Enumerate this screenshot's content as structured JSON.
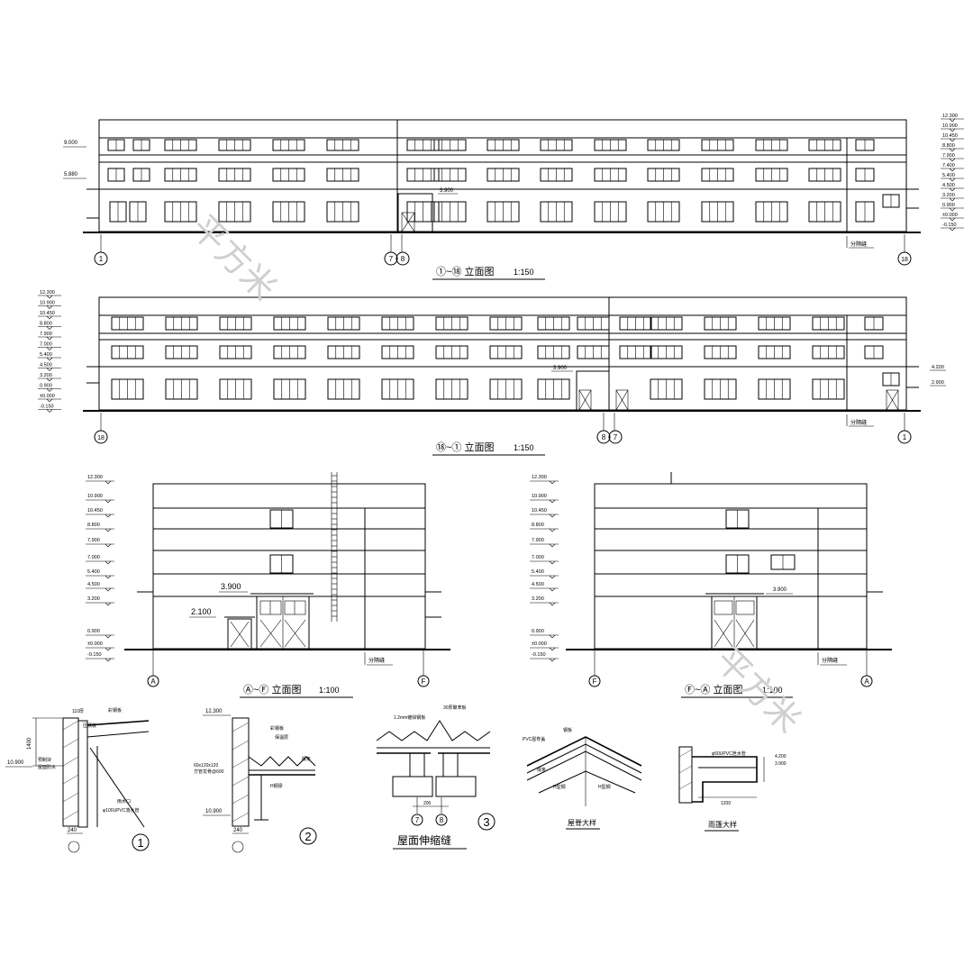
{
  "elevations": [
    {
      "id": "e1",
      "title": "①~⑱ 立面图",
      "scale": "1:150",
      "left_levels": [
        "9.000",
        "5.880"
      ],
      "right_levels": [
        "12.300",
        "10.900",
        "10.450",
        "8.800",
        "7.900",
        "7.400",
        "5.400",
        "4.500",
        "3.200",
        "0.900",
        "±0.000",
        "-0.150"
      ],
      "door_level": "3.900",
      "joint_label": "分隔缝",
      "axes": [
        "1",
        "7",
        "8",
        "18"
      ]
    },
    {
      "id": "e2",
      "title": "⑱~① 立面图",
      "scale": "1:150",
      "left_levels": [
        "12.300",
        "10.900",
        "10.450",
        "8.800",
        "7.900",
        "7.000",
        "5.400",
        "4.500",
        "3.200",
        "0.900",
        "±0.000",
        "-0.150"
      ],
      "right_levels": [
        "4.200",
        "2.900"
      ],
      "door_level": "3.900",
      "joint_label": "分隔缝",
      "axes": [
        "18",
        "8",
        "7",
        "1"
      ]
    },
    {
      "id": "e3",
      "title": "Ⓐ~Ⓕ 立面图",
      "scale": "1:100",
      "levels": [
        "12.300",
        "10.900",
        "10.450",
        "8.800",
        "7.900",
        "7.000",
        "5.400",
        "4.500",
        "3.200",
        "0.900",
        "±0.000",
        "-0.150"
      ],
      "door_level": "3.900",
      "side_door_level": "2.100",
      "joint_label": "分隔缝",
      "axes": [
        "A",
        "F"
      ]
    },
    {
      "id": "e4",
      "title": "Ⓕ~Ⓐ 立面图",
      "scale": "1:100",
      "levels": [
        "12.300",
        "10.900",
        "10.450",
        "8.800",
        "7.900",
        "7.000",
        "5.400",
        "4.500",
        "3.200",
        "0.900",
        "±0.000",
        "-0.150"
      ],
      "door_level": "3.900",
      "joint_label": "分隔缝",
      "axes": [
        "F",
        "A"
      ]
    }
  ],
  "details": [
    {
      "id": "d1",
      "number": "1",
      "levels": [
        "10.900"
      ],
      "dim": "1400",
      "bottom_dim": "240",
      "notes": [
        "110厚",
        "压顶板",
        "彩钢板",
        "φ100UPVC落水管",
        "预制块",
        "屋面防水",
        "雨水口"
      ]
    },
    {
      "id": "d2",
      "number": "2",
      "levels": [
        "12.300",
        "10.900"
      ],
      "left_note": "60x120x120",
      "left_note2": "方管龙骨@600",
      "bottom_dim": "240",
      "notes": [
        "彩钢板",
        "保温层",
        "檩条",
        "H钢梁"
      ]
    },
    {
      "id": "d3",
      "number": "3",
      "caption": "屋面伸缩缝",
      "axes": [
        "7",
        "8"
      ],
      "notes": [
        "1.2mm镀锌钢板",
        "30厚聚苯板"
      ],
      "dim": "200"
    },
    {
      "id": "d4",
      "caption": "屋脊大样",
      "notes": [
        "PVC屋脊盖",
        "钢板",
        "檩条",
        "H型钢",
        "H型钢"
      ]
    },
    {
      "id": "d5",
      "caption": "雨篷大样",
      "notes": [
        "φ50UPVC泄水管"
      ],
      "levels": [
        "4.200",
        "3.900"
      ],
      "dim": "1200"
    }
  ],
  "watermark": "平方米"
}
